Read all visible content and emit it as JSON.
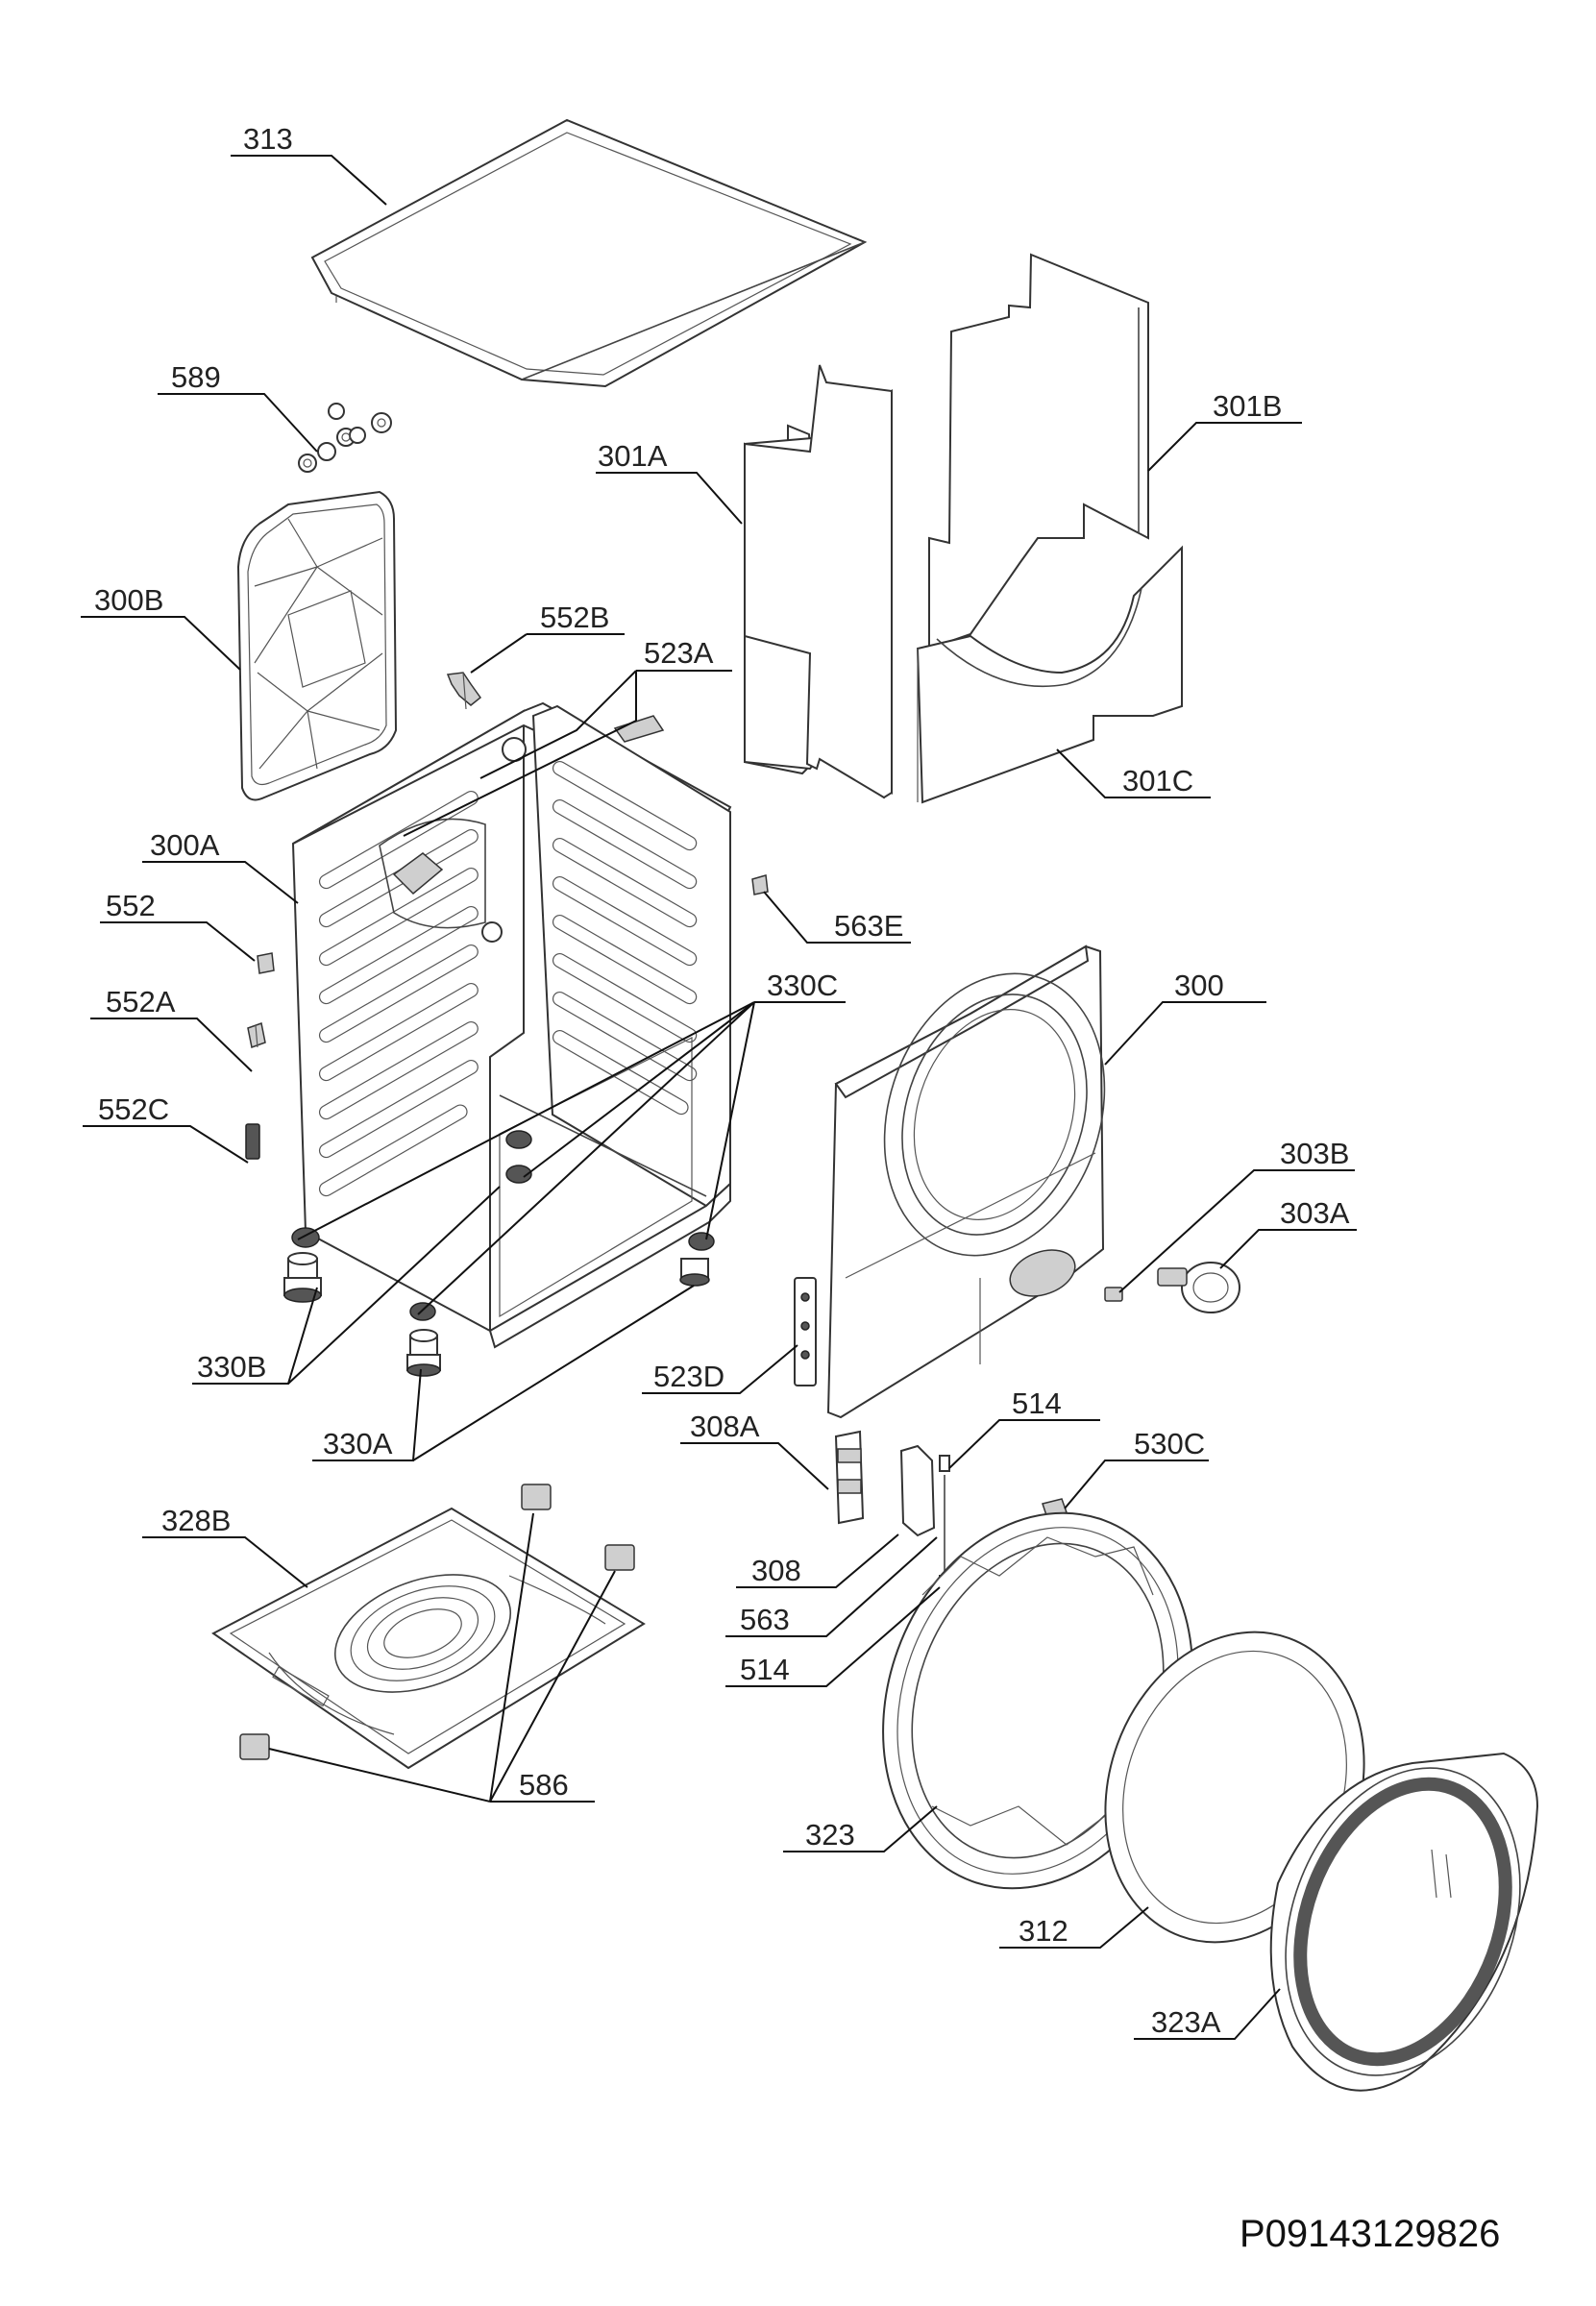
{
  "document_number": "P09143129826",
  "callouts": {
    "c313": "313",
    "c589": "589",
    "c301A": "301A",
    "c301B": "301B",
    "c300B": "300B",
    "c552B": "552B",
    "c523A": "523A",
    "c301C": "301C",
    "c300A": "300A",
    "c552": "552",
    "c563E": "563E",
    "c330C": "330C",
    "c300": "300",
    "c552A": "552A",
    "c552C": "552C",
    "c303B": "303B",
    "c303A": "303A",
    "c330B": "330B",
    "c523D": "523D",
    "c514a": "514",
    "c330A": "330A",
    "c308A": "308A",
    "c530C": "530C",
    "c328B": "328B",
    "c308": "308",
    "c563": "563",
    "c514b": "514",
    "c586": "586",
    "c323": "323",
    "c312": "312",
    "c323A": "323A"
  }
}
